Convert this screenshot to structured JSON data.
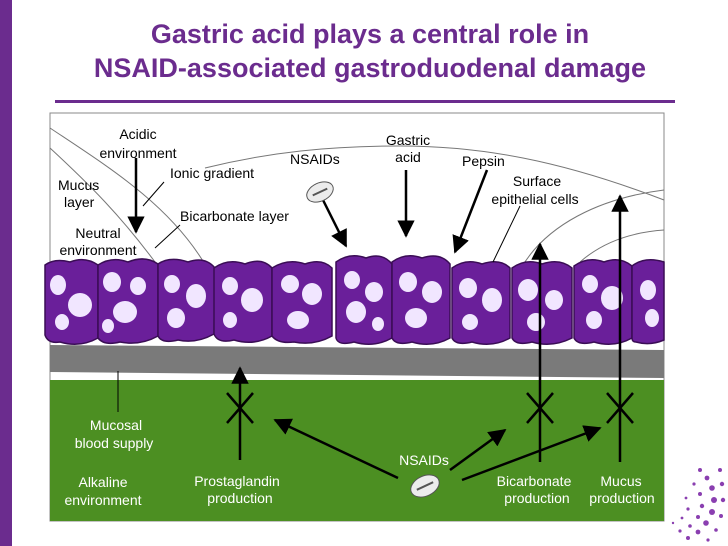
{
  "title": {
    "line1": "Gastric acid plays a central role in",
    "line2": "NSAID-associated gastroduodenal damage"
  },
  "labels": {
    "acidic_1": "Acidic",
    "acidic_2": "environment",
    "ionic_gradient": "Ionic gradient",
    "mucus_1": "Mucus",
    "mucus_2": "layer",
    "bicarbonate_layer": "Bicarbonate layer",
    "neutral_1": "Neutral",
    "neutral_2": "environment",
    "nsaids_top": "NSAIDs",
    "gastric_1": "Gastric",
    "gastric_2": "acid",
    "pepsin": "Pepsin",
    "surface_1": "Surface",
    "surface_2": "epithelial cells",
    "mucosal_1": "Mucosal",
    "mucosal_2": "blood supply",
    "alkaline_1": "Alkaline",
    "alkaline_2": "environment",
    "prostaglandin_1": "Prostaglandin",
    "prostaglandin_2": "production",
    "nsaids_bottom": "NSAIDs",
    "bicarbonate_prod_1": "Bicarbonate",
    "bicarbonate_prod_2": "production",
    "mucus_prod_1": "Mucus",
    "mucus_prod_2": "production"
  },
  "colors": {
    "title": "#6b2c8e",
    "cell_fill": "#6a1f9a",
    "vacuole": "#f1e6ff",
    "green_layer": "#4c8f22",
    "gray_band": "#7a7a7a"
  }
}
